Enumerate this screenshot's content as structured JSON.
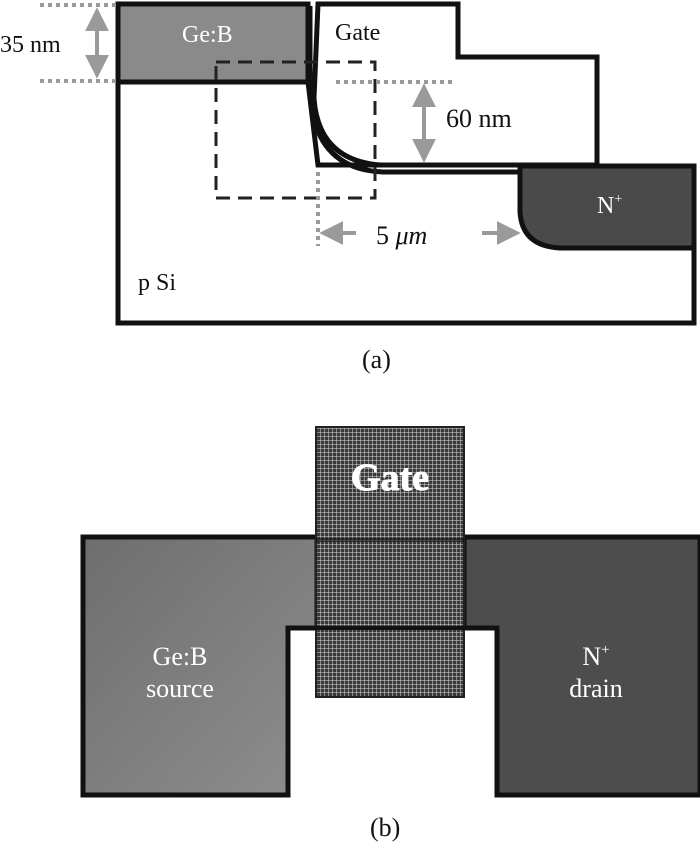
{
  "panel_a": {
    "caption": "(a)",
    "labels": {
      "source_region": "Ge:B",
      "gate": "Gate",
      "substrate": "p Si",
      "drain_base": "N",
      "drain_sup": "+"
    },
    "dimensions": {
      "thickness": "35 nm",
      "gate_height": "60 nm",
      "spacing_value": "5",
      "spacing_unit": "μm"
    }
  },
  "panel_b": {
    "caption": "(b)",
    "labels": {
      "gate": "Gate",
      "source_line1": "Ge:B",
      "source_line2": "source",
      "drain_base": "N",
      "drain_sup": "+",
      "drain_line2": "drain"
    }
  },
  "colors": {
    "outline": "#111111",
    "ge_b_region_a": "#8a8a8a",
    "n_plus_region_a": "#4a4a4a",
    "dimension_gray": "#9a9a9a",
    "source_fill_b": "#7a7a7a",
    "drain_fill_b": "#4d4d4d",
    "gate_fill_b": "#2e2e2e"
  }
}
